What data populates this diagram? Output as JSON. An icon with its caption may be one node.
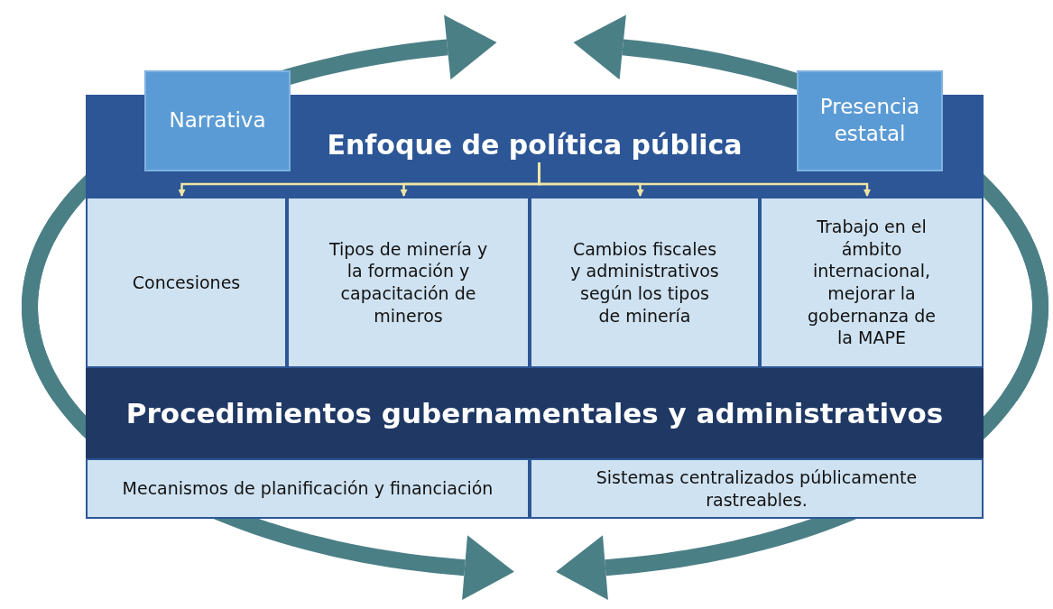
{
  "diagram": {
    "nodes": [
      {
        "text": [
          "Enfoque de política pública"
        ]
      },
      {
        "text": [
          "Narrativa"
        ]
      },
      {
        "text": [
          "Presencia estatal"
        ]
      },
      {
        "text": [
          "Concesiones"
        ]
      },
      {
        "text": [
          "Tipos de minería y la formación y capacitación de mineros"
        ]
      },
      {
        "text": [
          "Cambios fiscales y administrativos según los tipos de minería"
        ]
      },
      {
        "text": [
          "Trabajo en el ámbito internacional, mejorar la gobernanza de la MAPE"
        ]
      },
      {
        "text": [
          "Procedimientos gubernamentales y administrativos"
        ]
      },
      {
        "text": [
          "Mecanismos de planificación y financiación"
        ]
      },
      {
        "text": [
          "Sistemas centralizados públicamente rastreables."
        ]
      }
    ],
    "edges": [
      {
        "from": 0,
        "to": 3,
        "arrow": "to",
        "color": "#efe6a6"
      },
      {
        "from": 0,
        "to": 4,
        "arrow": "to",
        "color": "#efe6a6"
      },
      {
        "from": 0,
        "to": 5,
        "arrow": "to",
        "color": "#efe6a6"
      },
      {
        "from": 0,
        "to": 6,
        "arrow": "to",
        "color": "#efe6a6"
      }
    ]
  }
}
